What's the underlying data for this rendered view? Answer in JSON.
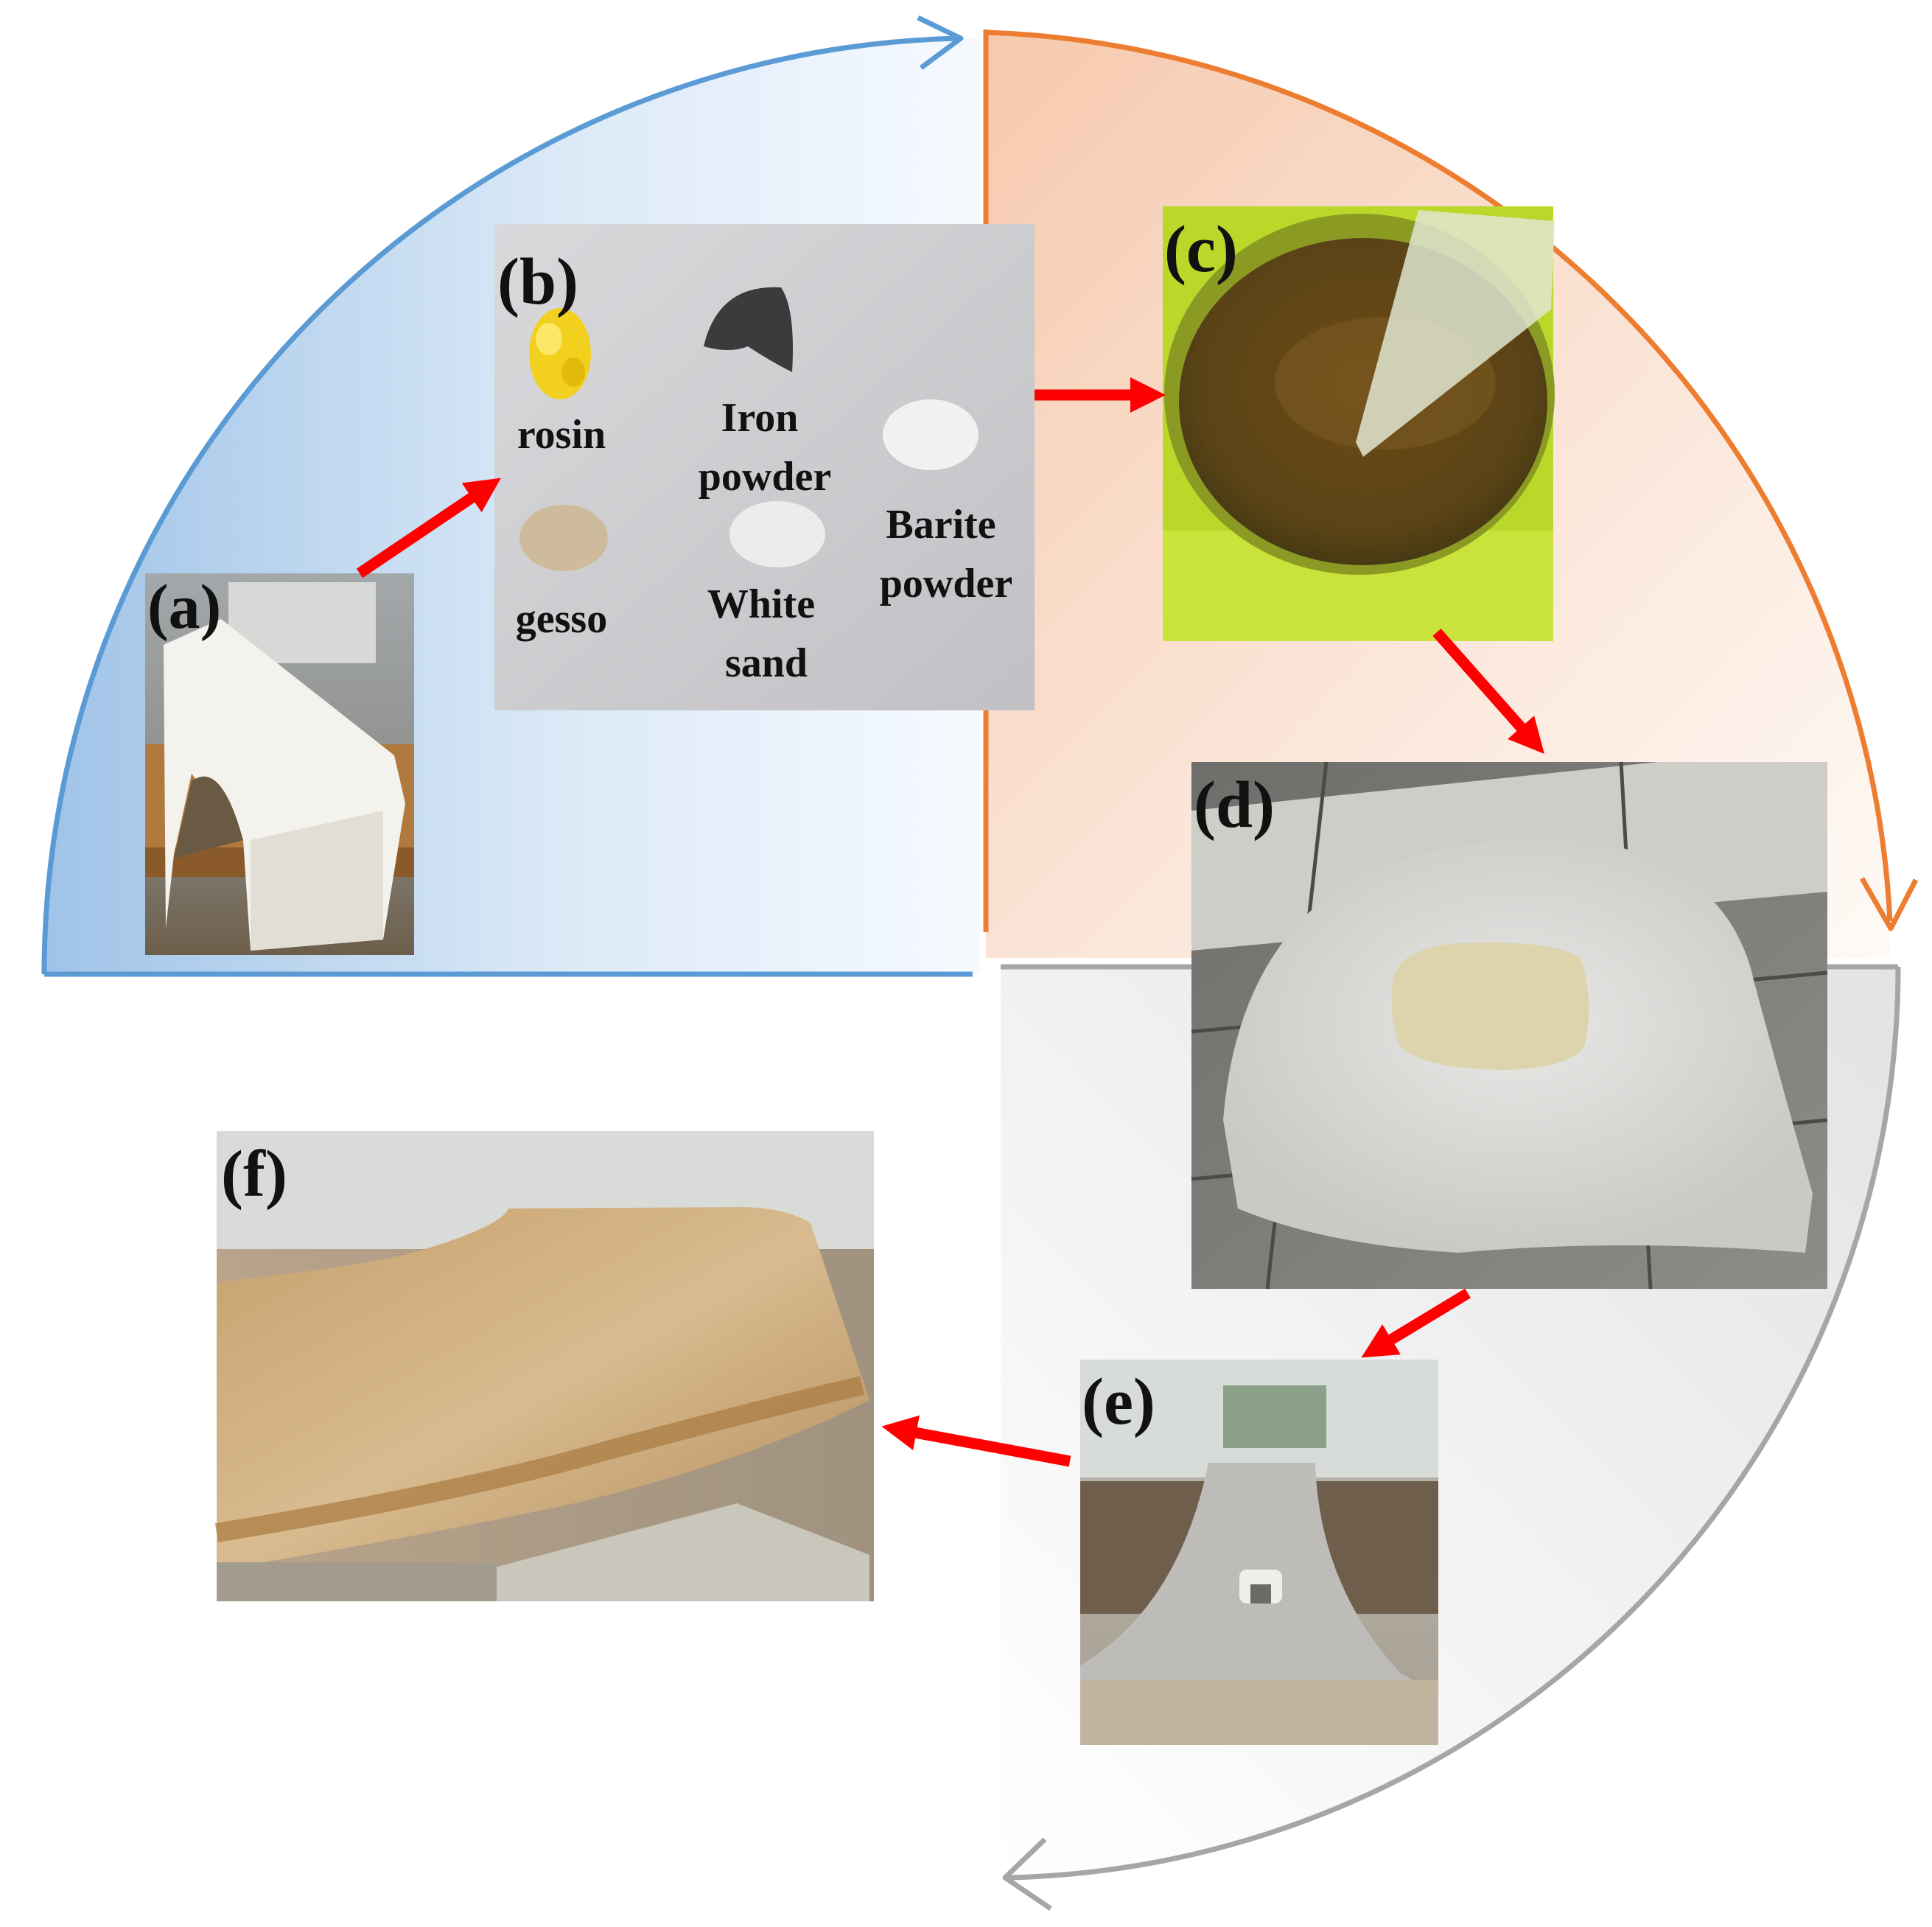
{
  "panels": {
    "a": {
      "label": "(a)"
    },
    "b": {
      "label": "(b)",
      "materials": {
        "rosin": [
          "rosin"
        ],
        "iron": [
          "Iron",
          "powder"
        ],
        "barite": [
          "Barite",
          "powder"
        ],
        "gesso": [
          "gesso"
        ],
        "white_sand": [
          "White",
          "sand"
        ]
      }
    },
    "c": {
      "label": "(c)"
    },
    "d": {
      "label": "(d)"
    },
    "e": {
      "label": "(e)"
    },
    "f": {
      "label": "(f)"
    }
  },
  "colors": {
    "arc_blue": "#5b9bd5",
    "arc_orange": "#ed7d31",
    "arc_gray": "#a6a6a6",
    "arrow_red": "#ff0000"
  }
}
